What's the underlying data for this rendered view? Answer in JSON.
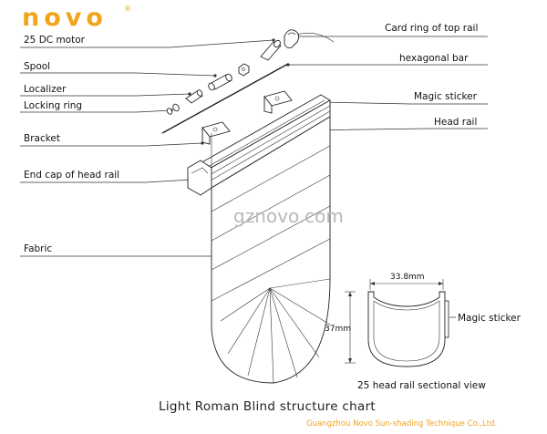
{
  "brand": {
    "logo": "novo",
    "registered_mark": "®",
    "logo_color": "#f2a51c"
  },
  "labels": {
    "card_ring": "Card ring of top rail",
    "motor": "25 DC motor",
    "hex_bar": "hexagonal bar",
    "spool": "Spool",
    "magic_sticker": "Magic sticker",
    "localizer": "Localizer",
    "locking_ring": "Locking ring",
    "head_rail": "Head rail",
    "bracket": "Bracket",
    "end_cap": "End cap of head rail",
    "fabric": "Fabric"
  },
  "watermark": "gznovo.com",
  "section_view": {
    "width_dim": "33.8mm",
    "height_dim": "37mm",
    "sticker_label": "Magic sticker",
    "caption": "25 head rail sectional view"
  },
  "title": "Light Roman Blind structure chart",
  "footer": "Guangzhou Novo Sun-shading Technique Co.,Ltd."
}
